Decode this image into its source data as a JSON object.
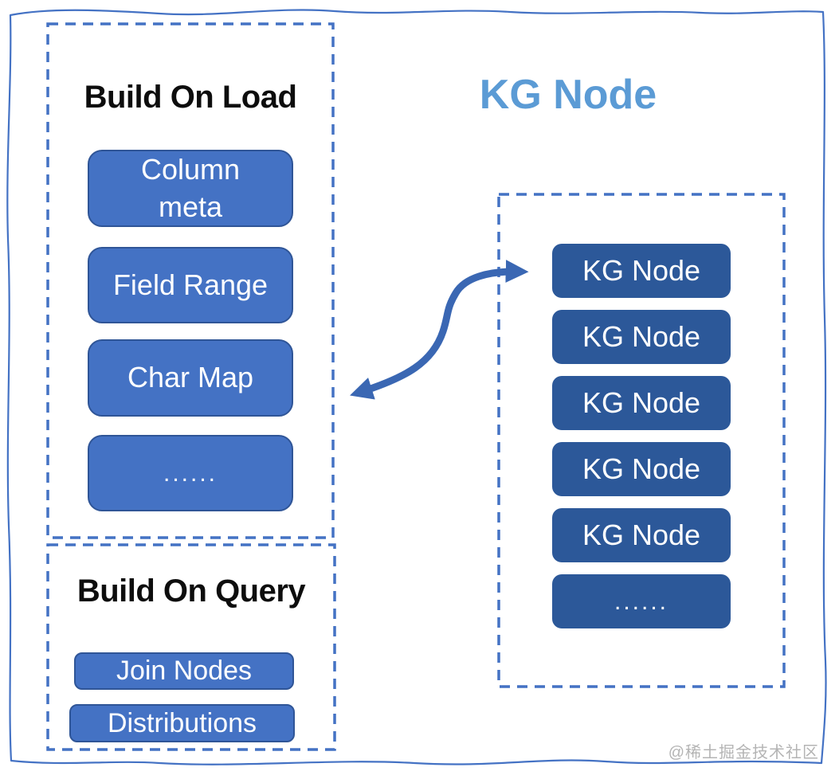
{
  "diagram_title": "KG Node",
  "build_on_load": {
    "title": "Build On Load",
    "items": [
      "Column meta",
      "Field Range",
      "Char Map",
      "......"
    ]
  },
  "build_on_query": {
    "title": "Build On Query",
    "items": [
      "Join Nodes",
      "Distributions"
    ]
  },
  "kg_panel": {
    "items": [
      "KG Node",
      "KG Node",
      "KG Node",
      "KG Node",
      "KG Node",
      "......"
    ]
  },
  "watermark": "@稀土掘金技术社区",
  "colors": {
    "accent_blue": "#4472c4",
    "dark_blue": "#2c5899",
    "pill_border": "#2f5597",
    "title_light_blue": "#5b9bd5",
    "arrow_blue": "#3a67b3",
    "watermark_gray": "#b4b4b4",
    "heading_black": "#0d0d0d"
  }
}
